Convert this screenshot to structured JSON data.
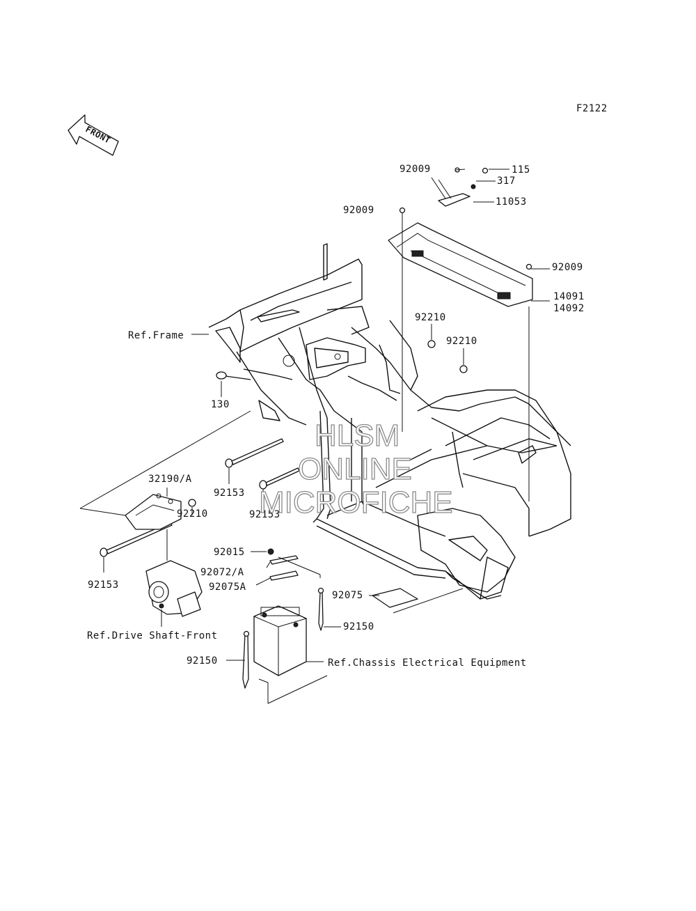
{
  "diagram_code": "F2122",
  "front_arrow": {
    "text": "FRONT",
    "icon": "front-arrow-icon"
  },
  "parts": [
    {
      "id": "p92009a",
      "number": "92009"
    },
    {
      "id": "p115",
      "number": "115"
    },
    {
      "id": "p317",
      "number": "317"
    },
    {
      "id": "p11053",
      "number": "11053"
    },
    {
      "id": "p92009b",
      "number": "92009"
    },
    {
      "id": "p92009c",
      "number": "92009"
    },
    {
      "id": "p14091",
      "number": "14091"
    },
    {
      "id": "p14092",
      "number": "14092"
    },
    {
      "id": "p92210a",
      "number": "92210"
    },
    {
      "id": "p92210b",
      "number": "92210"
    },
    {
      "id": "p130",
      "number": "130"
    },
    {
      "id": "p92153a",
      "number": "92153"
    },
    {
      "id": "p92153b",
      "number": "92153"
    },
    {
      "id": "p32190",
      "number": "32190/A"
    },
    {
      "id": "p92210c",
      "number": "92210"
    },
    {
      "id": "p92153c",
      "number": "92153"
    },
    {
      "id": "p92015",
      "number": "92015"
    },
    {
      "id": "p92072",
      "number": "92072/A"
    },
    {
      "id": "p92075A",
      "number": "92075A"
    },
    {
      "id": "p92075",
      "number": "92075"
    },
    {
      "id": "p92150a",
      "number": "92150"
    },
    {
      "id": "p92150b",
      "number": "92150"
    }
  ],
  "references": {
    "frame": "Ref.Frame",
    "drive_shaft": "Ref.Drive Shaft-Front",
    "chassis_electrical": "Ref.Chassis Electrical Equipment"
  },
  "watermark": {
    "line1": "HLSM",
    "line2": "ONLINE",
    "line3": "MICROFICHE"
  }
}
